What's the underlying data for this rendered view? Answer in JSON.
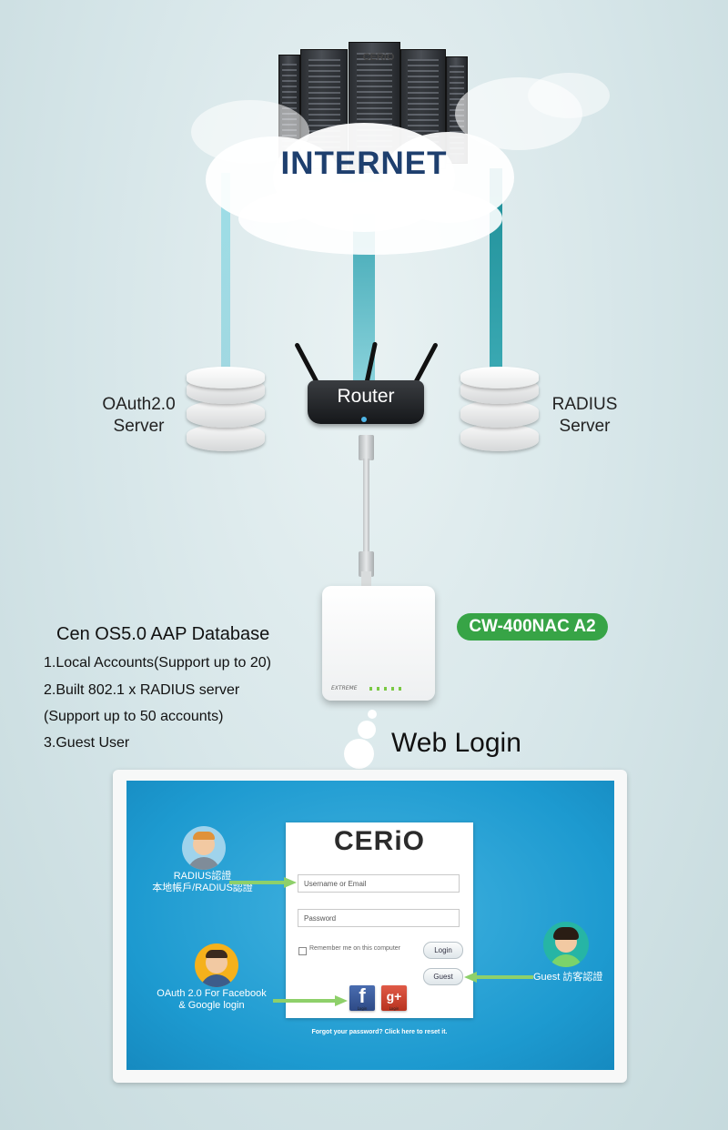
{
  "internet": {
    "label": "INTERNET"
  },
  "oauth_server": {
    "line1": "OAuth2.0",
    "line2": "Server"
  },
  "radius_server": {
    "line1": "RADIUS",
    "line2": "Server"
  },
  "router": {
    "label": "Router"
  },
  "access_point": {
    "logo": "CERiO",
    "brand": "EXTREME"
  },
  "model_badge": "CW-400NAC A2",
  "database": {
    "title": "Cen OS5.0 AAP Database",
    "items": [
      "1.Local Accounts(Support up to 20)",
      "2.Built 802.1 x RADIUS server",
      "(Support up to 50 accounts)",
      "3.Guest User"
    ]
  },
  "web_login": "Web Login",
  "login_screen": {
    "logo": "CERiO",
    "username_placeholder": "Username or Email",
    "password_placeholder": "Password",
    "remember_label": "Remember me on this computer",
    "login_button": "Login",
    "guest_button": "Guest",
    "facebook_label": "Login",
    "google_label": "Login",
    "facebook_glyph": "f",
    "google_glyph": "g+",
    "forgot_text": "Forgot your password? Click here to reset it.",
    "radius_line1": "RADIUS認證",
    "radius_line2": "本地帳戶/RADIUS認證",
    "oauth_line1": "OAuth 2.0 For Facebook",
    "oauth_line2": "& Google login",
    "guest_label": "Guest 訪客認證"
  },
  "colors": {
    "internet_text": "#1e3f6e",
    "badge_green": "#37a446",
    "arrow_green": "#8ed06a",
    "screen_blue": "#1d9ad0",
    "facebook_blue": "#3b5a99",
    "google_red": "#d34836"
  }
}
